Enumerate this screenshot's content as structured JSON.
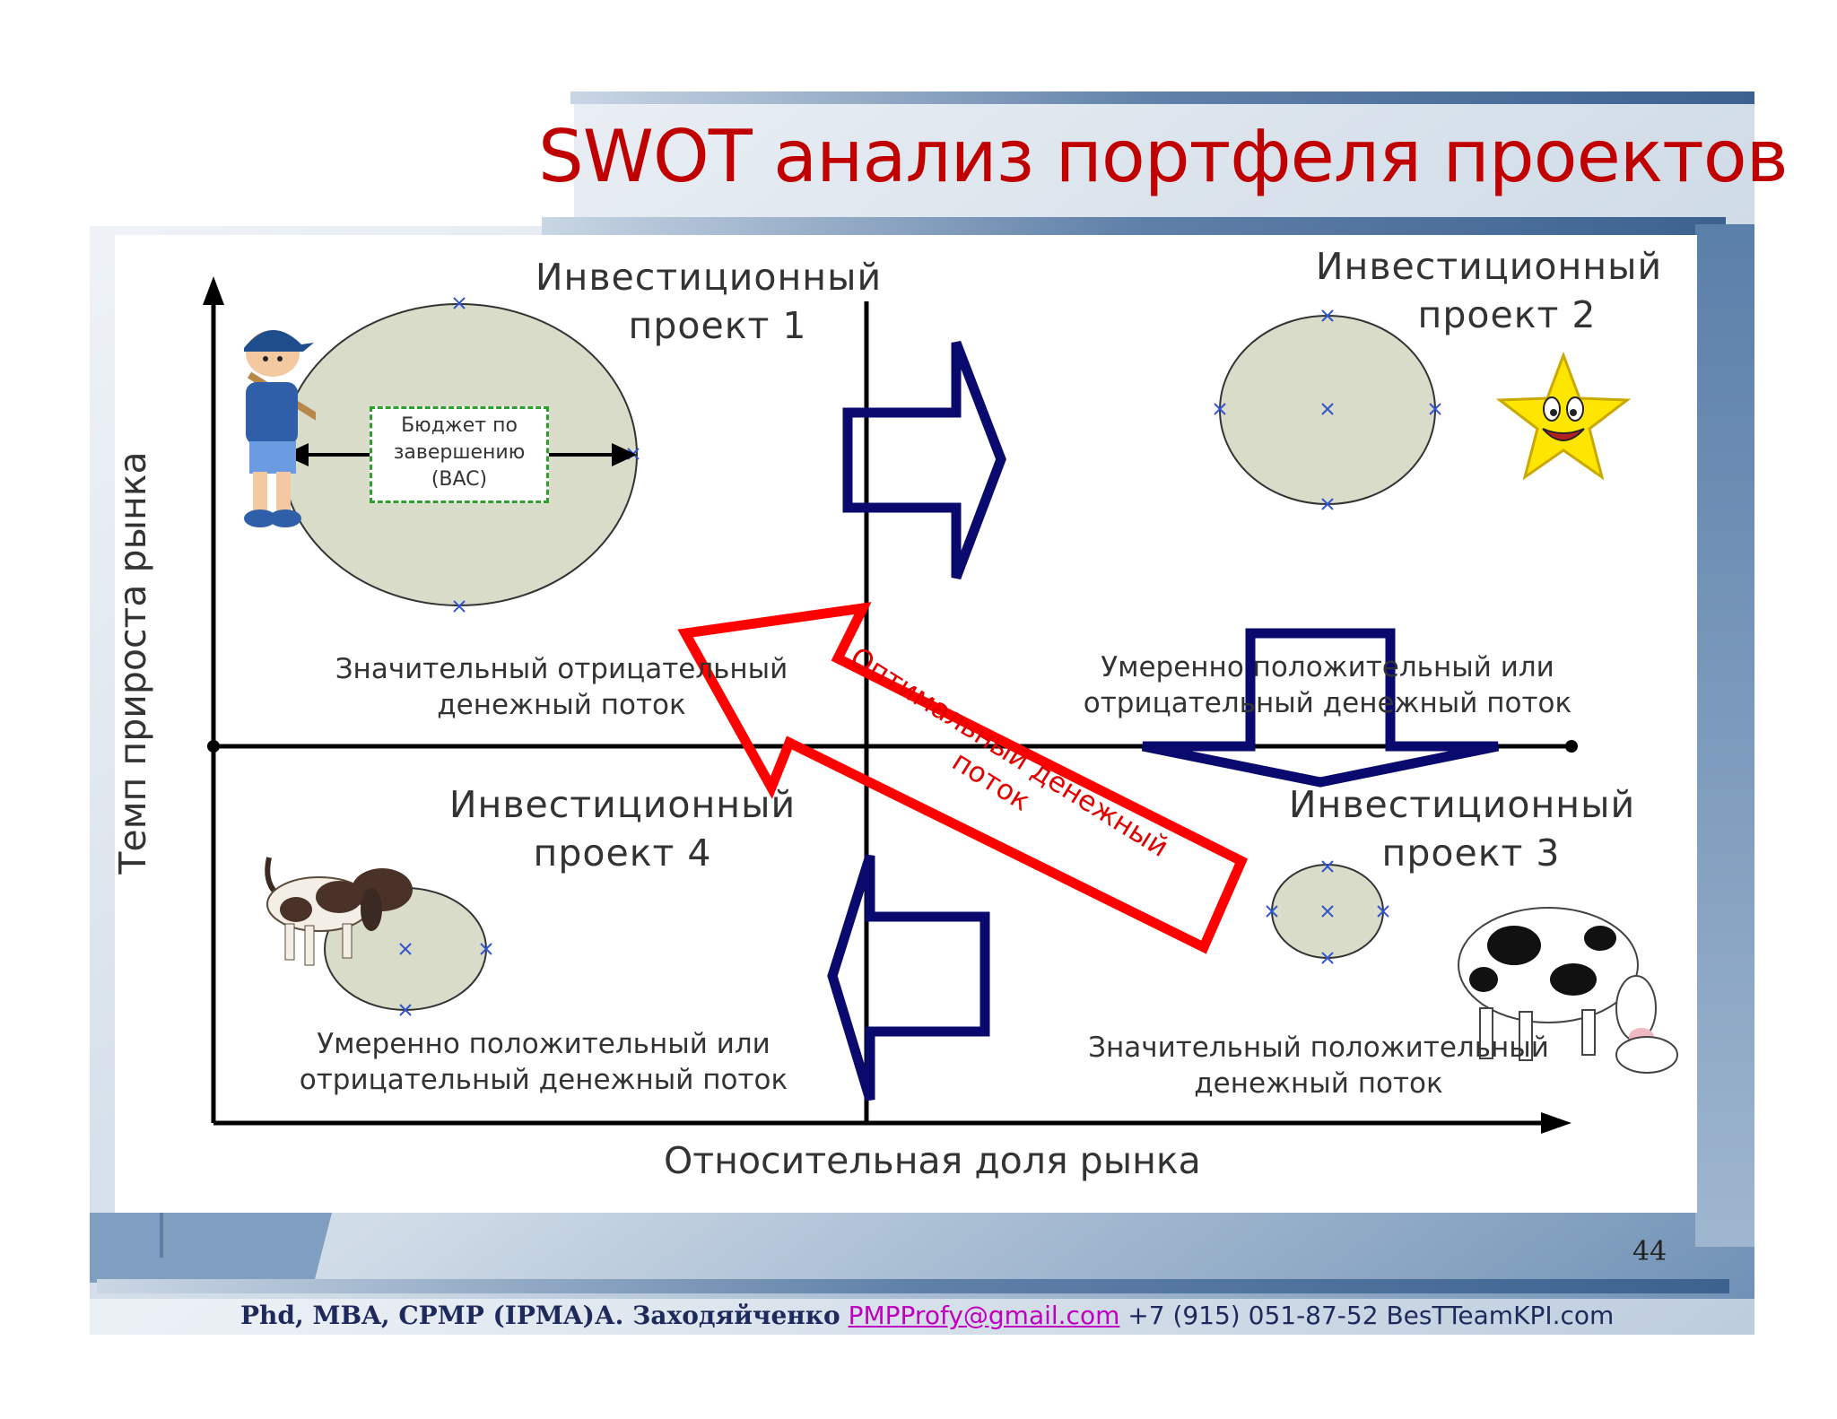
{
  "title": "SWOT анализ портфеля проектов",
  "axes": {
    "y_label": "Темп прироста рынка",
    "x_label": "Относительная доля рынка"
  },
  "quadrants": [
    {
      "title_line1": "Инвестиционный",
      "title_line2": "проект 1",
      "flow_line1": "Значительный отрицательный",
      "flow_line2": "денежный поток",
      "icon": "baseball-boy-icon"
    },
    {
      "title_line1": "Инвестиционный",
      "title_line2": "проект 2",
      "flow_line1": "Умеренно положительный или",
      "flow_line2": "отрицательный денежный поток",
      "icon": "smiling-star-icon"
    },
    {
      "title_line1": "Инвестиционный",
      "title_line2": "проект 3",
      "flow_line1": "Значительный положительный",
      "flow_line2": "денежный поток",
      "icon": "cow-icon"
    },
    {
      "title_line1": "Инвестиционный",
      "title_line2": "проект 4",
      "flow_line1": "Умеренно положительный или",
      "flow_line2": "отрицательный денежный поток",
      "icon": "dog-icon"
    }
  ],
  "budget_box": {
    "line1": "Бюджет по",
    "line2": "завершению",
    "line3": "(BAC)"
  },
  "optimal_flow": {
    "line1": "Оптимальный денежный",
    "line2": "поток"
  },
  "page_number": "44",
  "footer": {
    "author": "Phd, MBA, CPMP (IPMA)А. Заходяйченко",
    "email": "PMPProfy@gmail.com",
    "contacts": "+7 (915) 051-87-52 BesTTeamKPI.com"
  },
  "colors": {
    "title": "#c00000",
    "bubble_fill": "#d8dcc8",
    "navy_arrow": "#0a0a6e",
    "red_arrow": "#ff0000",
    "email": "#c000c0",
    "footer_text": "#1f2a5c"
  }
}
